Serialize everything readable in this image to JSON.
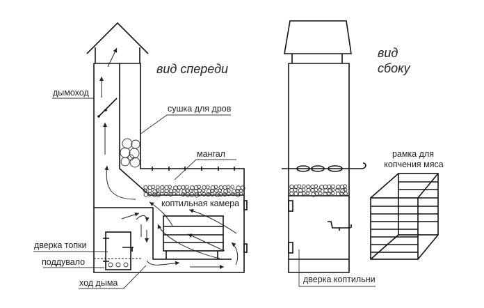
{
  "front_view": {
    "title": "вид спереди",
    "labels": {
      "chimney": "дымоход",
      "wood_dryer": "сушка для дров",
      "grill": "мангал",
      "smoke_chamber": "коптильная камера",
      "firebox_door": "дверка топки",
      "ash_pit": "поддувало",
      "smoke_path": "ход дыма"
    }
  },
  "side_view": {
    "title_line1": "вид",
    "title_line2": "сбоку",
    "labels": {
      "smokehouse_door": "дверка коптильни",
      "frame_line1": "рамка для",
      "frame_line2": "копчения мяса"
    }
  }
}
